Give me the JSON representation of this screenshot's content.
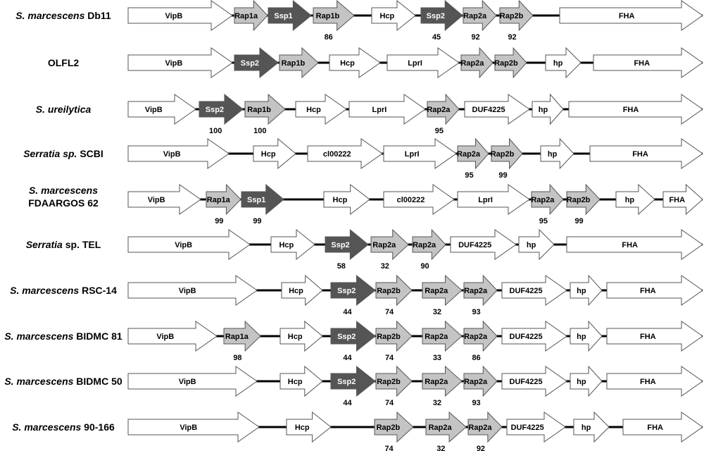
{
  "figure": {
    "colors": {
      "white": "#ffffff",
      "light": "#c4c4c4",
      "dark": "#555555",
      "stroke": "#555555",
      "line": "#000000",
      "text_dark": "#000000",
      "text_light": "#ffffff"
    },
    "rows": [
      {
        "strain": [
          {
            "t": "S. marcescens",
            "i": true
          },
          {
            "t": " Db11",
            "i": false
          }
        ],
        "genes": [
          {
            "label": "VipB",
            "fill": "white",
            "s": 182,
            "e": 330
          },
          {
            "label": "Rap1a",
            "fill": "light",
            "s": 333,
            "e": 380
          },
          {
            "label": "Ssp1",
            "fill": "dark",
            "s": 381,
            "e": 442
          },
          {
            "label": "Rap1b",
            "fill": "light",
            "s": 445,
            "e": 503,
            "pct": "86"
          },
          {
            "label": "Hcp",
            "fill": "white",
            "s": 528,
            "e": 590
          },
          {
            "label": "Ssp2",
            "fill": "dark",
            "s": 598,
            "e": 657,
            "pct": "45"
          },
          {
            "label": "Rap2a",
            "fill": "light",
            "s": 658,
            "e": 705,
            "pct": "92"
          },
          {
            "label": "Rap2b",
            "fill": "light",
            "s": 710,
            "e": 757,
            "pct": "92"
          },
          {
            "label": "FHA",
            "fill": "white",
            "s": 795,
            "e": 998
          }
        ]
      },
      {
        "strain": [
          {
            "t": "OLFL2",
            "i": false
          }
        ],
        "genes": [
          {
            "label": "VipB",
            "fill": "white",
            "s": 182,
            "e": 330
          },
          {
            "label": "Ssp2",
            "fill": "dark",
            "s": 333,
            "e": 395
          },
          {
            "label": "Rap1b",
            "fill": "light",
            "s": 397,
            "e": 452
          },
          {
            "label": "Hcp",
            "fill": "white",
            "s": 468,
            "e": 540
          },
          {
            "label": "LprI",
            "fill": "white",
            "s": 550,
            "e": 652
          },
          {
            "label": "Rap2a",
            "fill": "light",
            "s": 655,
            "e": 700
          },
          {
            "label": "Rap2b",
            "fill": "light",
            "s": 703,
            "e": 748
          },
          {
            "label": "hp",
            "fill": "white",
            "s": 775,
            "e": 825
          },
          {
            "label": "FHA",
            "fill": "white",
            "s": 843,
            "e": 998
          }
        ]
      },
      {
        "strain": [
          {
            "t": "S. ureilytica",
            "i": true
          }
        ],
        "genes": [
          {
            "label": "VipB",
            "fill": "white",
            "s": 182,
            "e": 278
          },
          {
            "label": "Ssp2",
            "fill": "dark",
            "s": 283,
            "e": 345,
            "pct": "100"
          },
          {
            "label": "Rap1b",
            "fill": "light",
            "s": 348,
            "e": 405,
            "pct": "100"
          },
          {
            "label": "Hcp",
            "fill": "white",
            "s": 420,
            "e": 492
          },
          {
            "label": "LprI",
            "fill": "white",
            "s": 496,
            "e": 604
          },
          {
            "label": "Rap2a",
            "fill": "light",
            "s": 607,
            "e": 652,
            "pct": "95"
          },
          {
            "label": "DUF4225",
            "fill": "white",
            "s": 660,
            "e": 752
          },
          {
            "label": "hp",
            "fill": "white",
            "s": 756,
            "e": 800
          },
          {
            "label": "FHA",
            "fill": "white",
            "s": 808,
            "e": 998
          }
        ]
      },
      {
        "strain": [
          {
            "t": "Serratia sp.",
            "i": true
          },
          {
            "t": " SCBI",
            "i": false
          }
        ],
        "genes": [
          {
            "label": "VipB",
            "fill": "white",
            "s": 182,
            "e": 325
          },
          {
            "label": "Hcp",
            "fill": "white",
            "s": 360,
            "e": 420
          },
          {
            "label": "cl00222",
            "fill": "white",
            "s": 437,
            "e": 543
          },
          {
            "label": "LprI",
            "fill": "white",
            "s": 545,
            "e": 648
          },
          {
            "label": "Rap2a",
            "fill": "light",
            "s": 650,
            "e": 694,
            "pct": "95"
          },
          {
            "label": "Rap2b",
            "fill": "light",
            "s": 698,
            "e": 742,
            "pct": "99"
          },
          {
            "label": "hp",
            "fill": "white",
            "s": 768,
            "e": 815
          },
          {
            "label": "FHA",
            "fill": "white",
            "s": 838,
            "e": 998
          }
        ]
      },
      {
        "strain": [
          {
            "t": "S. marcescens",
            "i": true
          },
          {
            "t": "FDAARGOS 62",
            "i": false
          }
        ],
        "genes": [
          {
            "label": "VipB",
            "fill": "white",
            "s": 182,
            "e": 285
          },
          {
            "label": "Rap1a",
            "fill": "light",
            "s": 293,
            "e": 342,
            "pct": "99"
          },
          {
            "label": "Ssp1",
            "fill": "dark",
            "s": 343,
            "e": 403,
            "pct": "99"
          },
          {
            "label": "Hcp",
            "fill": "white",
            "s": 460,
            "e": 525
          },
          {
            "label": "cl00222",
            "fill": "white",
            "s": 545,
            "e": 645
          },
          {
            "label": "LprI",
            "fill": "white",
            "s": 650,
            "e": 752
          },
          {
            "label": "Rap2a",
            "fill": "light",
            "s": 755,
            "e": 800,
            "pct": "95"
          },
          {
            "label": "Rap2b",
            "fill": "light",
            "s": 805,
            "e": 852,
            "pct": "99"
          },
          {
            "label": "hp",
            "fill": "white",
            "s": 875,
            "e": 930
          },
          {
            "label": "FHA",
            "fill": "white",
            "s": 942,
            "e": 998
          }
        ]
      },
      {
        "strain": [
          {
            "t": "Serratia",
            "i": true
          },
          {
            "t": " sp. TEL",
            "i": false
          }
        ],
        "genes": [
          {
            "label": "VipB",
            "fill": "white",
            "s": 182,
            "e": 355
          },
          {
            "label": "Hcp",
            "fill": "white",
            "s": 385,
            "e": 447
          },
          {
            "label": "Ssp2",
            "fill": "dark",
            "s": 462,
            "e": 523,
            "pct": "58"
          },
          {
            "label": "Rap2a",
            "fill": "light",
            "s": 527,
            "e": 580,
            "pct": "32"
          },
          {
            "label": "Rap2a",
            "fill": "light",
            "s": 586,
            "e": 633,
            "pct": "90"
          },
          {
            "label": "DUF4225",
            "fill": "white",
            "s": 640,
            "e": 733
          },
          {
            "label": "hp",
            "fill": "white",
            "s": 737,
            "e": 787
          },
          {
            "label": "FHA",
            "fill": "white",
            "s": 805,
            "e": 998
          }
        ]
      },
      {
        "strain": [
          {
            "t": "S. marcescens",
            "i": true
          },
          {
            "t": " RSC-14",
            "i": false
          }
        ],
        "genes": [
          {
            "label": "VipB",
            "fill": "white",
            "s": 182,
            "e": 365
          },
          {
            "label": "Hcp",
            "fill": "white",
            "s": 400,
            "e": 458
          },
          {
            "label": "Ssp2",
            "fill": "dark",
            "s": 470,
            "e": 533,
            "pct": "44"
          },
          {
            "label": "Rap2b",
            "fill": "light",
            "s": 534,
            "e": 585,
            "pct": "74"
          },
          {
            "label": "Rap2a",
            "fill": "light",
            "s": 600,
            "e": 656,
            "pct": "32"
          },
          {
            "label": "Rap2a",
            "fill": "light",
            "s": 659,
            "e": 706,
            "pct": "93"
          },
          {
            "label": "DUF4225",
            "fill": "white",
            "s": 713,
            "e": 805
          },
          {
            "label": "hp",
            "fill": "white",
            "s": 810,
            "e": 855
          },
          {
            "label": "FHA",
            "fill": "white",
            "s": 862,
            "e": 998
          }
        ]
      },
      {
        "strain": [
          {
            "t": "S. marcescens",
            "i": true
          },
          {
            "t": " BIDMC 81",
            "i": false
          }
        ],
        "genes": [
          {
            "label": "VipB",
            "fill": "white",
            "s": 182,
            "e": 308
          },
          {
            "label": "Rap1a",
            "fill": "light",
            "s": 318,
            "e": 370,
            "pct": "98"
          },
          {
            "label": "Hcp",
            "fill": "white",
            "s": 398,
            "e": 458
          },
          {
            "label": "Ssp2",
            "fill": "dark",
            "s": 470,
            "e": 533,
            "pct": "44"
          },
          {
            "label": "Rap2b",
            "fill": "light",
            "s": 534,
            "e": 585,
            "pct": "74"
          },
          {
            "label": "Rap2a",
            "fill": "light",
            "s": 600,
            "e": 656,
            "pct": "33"
          },
          {
            "label": "Rap2a",
            "fill": "light",
            "s": 659,
            "e": 706,
            "pct": "86"
          },
          {
            "label": "DUF4225",
            "fill": "white",
            "s": 713,
            "e": 805
          },
          {
            "label": "hp",
            "fill": "white",
            "s": 810,
            "e": 855
          },
          {
            "label": "FHA",
            "fill": "white",
            "s": 862,
            "e": 998
          }
        ]
      },
      {
        "strain": [
          {
            "t": "S. marcescens",
            "i": true
          },
          {
            "t": " BIDMC 50",
            "i": false
          }
        ],
        "genes": [
          {
            "label": "VipB",
            "fill": "white",
            "s": 182,
            "e": 365
          },
          {
            "label": "Hcp",
            "fill": "white",
            "s": 398,
            "e": 458
          },
          {
            "label": "Ssp2",
            "fill": "dark",
            "s": 470,
            "e": 533,
            "pct": "44"
          },
          {
            "label": "Rap2b",
            "fill": "light",
            "s": 534,
            "e": 585,
            "pct": "74"
          },
          {
            "label": "Rap2a",
            "fill": "light",
            "s": 600,
            "e": 656,
            "pct": "32"
          },
          {
            "label": "Rap2a",
            "fill": "light",
            "s": 659,
            "e": 706,
            "pct": "93"
          },
          {
            "label": "DUF4225",
            "fill": "white",
            "s": 713,
            "e": 805
          },
          {
            "label": "hp",
            "fill": "white",
            "s": 810,
            "e": 855
          },
          {
            "label": "FHA",
            "fill": "white",
            "s": 862,
            "e": 998
          }
        ]
      },
      {
        "strain": [
          {
            "t": "S. marcescens",
            "i": true
          },
          {
            "t": " 90-166",
            "i": false
          }
        ],
        "genes": [
          {
            "label": "VipB",
            "fill": "white",
            "s": 182,
            "e": 368
          },
          {
            "label": "Hcp",
            "fill": "white",
            "s": 407,
            "e": 470
          },
          {
            "label": "Rap2b",
            "fill": "light",
            "s": 532,
            "e": 587,
            "pct": "74"
          },
          {
            "label": "Rap2a",
            "fill": "light",
            "s": 605,
            "e": 662,
            "pct": "32"
          },
          {
            "label": "Rap2a",
            "fill": "light",
            "s": 665,
            "e": 713,
            "pct": "92"
          },
          {
            "label": "DUF4225",
            "fill": "white",
            "s": 720,
            "e": 803
          },
          {
            "label": "hp",
            "fill": "white",
            "s": 815,
            "e": 865
          },
          {
            "label": "FHA",
            "fill": "white",
            "s": 885,
            "e": 998
          }
        ]
      }
    ]
  }
}
